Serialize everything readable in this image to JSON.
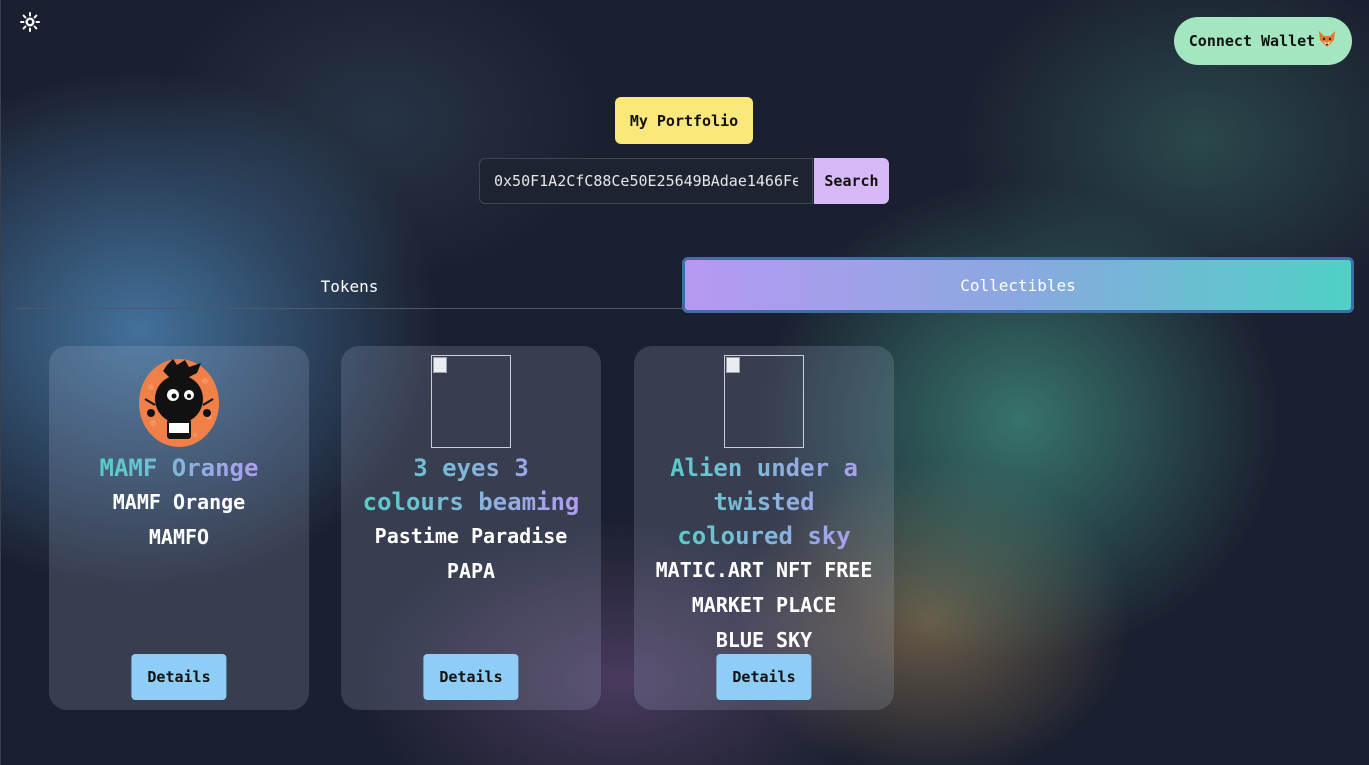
{
  "header": {
    "theme_icon": "sun-icon",
    "connect_wallet_label": "Connect Wallet",
    "wallet_icon": "fox-icon"
  },
  "portfolio": {
    "button_label": "My Portfolio"
  },
  "search": {
    "address_value": "0x50F1A2CfC88Ce50E25649BAdae1466Fe",
    "button_label": "Search"
  },
  "tabs": [
    {
      "label": "Tokens",
      "active": false
    },
    {
      "label": "Collectibles",
      "active": true
    }
  ],
  "collectibles": [
    {
      "title": "MAMF Orange",
      "name": "MAMF Orange",
      "symbol": "MAMFO",
      "details_label": "Details",
      "image": "nft-avatar"
    },
    {
      "title": "3 eyes 3 colours beaming",
      "name": "Pastime Paradise",
      "symbol": "PAPA",
      "details_label": "Details",
      "image": "broken-image"
    },
    {
      "title": "Alien under a twisted coloured sky",
      "name": "MATIC.ART NFT FREE MARKET PLACE",
      "symbol": "BLUE SKY",
      "details_label": "Details",
      "image": "broken-image"
    }
  ],
  "colors": {
    "background": "#1b2030",
    "connect_wallet": "#a4e6bf",
    "portfolio": "#fbe87a",
    "search": "#d7b9f7",
    "details": "#8ecdf5",
    "tab_gradient_start": "#b699f2",
    "tab_gradient_end": "#4fd1c5"
  }
}
